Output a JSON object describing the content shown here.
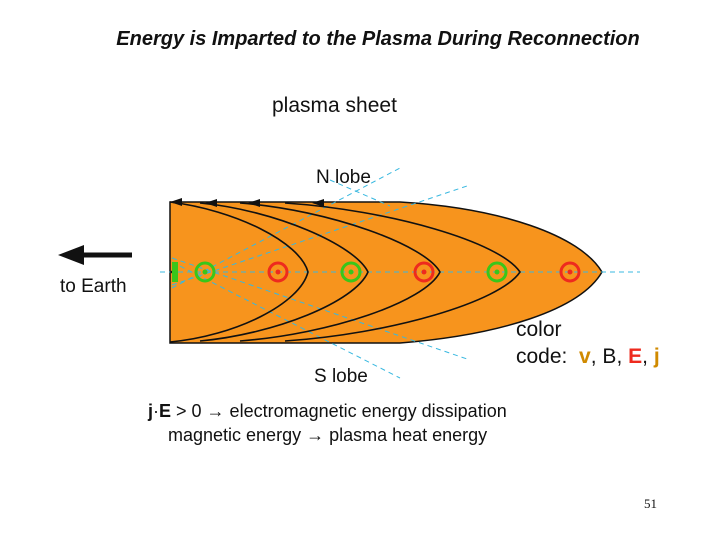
{
  "title": "Energy is Imparted to the Plasma During Reconnection",
  "labels": {
    "plasma_sheet": "plasma sheet",
    "n_lobe": "N lobe",
    "s_lobe": "S lobe",
    "to_earth": "to Earth"
  },
  "color_code": {
    "line1": "color",
    "prefix": "code:",
    "v": "v",
    "sep1": ",",
    "B": "B",
    "sep2": ",",
    "E": "E",
    "sep3": ",",
    "j": "j"
  },
  "equations": {
    "line1_j": "j",
    "line1_dot": "·",
    "line1_E": "E",
    "line1_rest": " > 0 → electromagnetic energy dissipation",
    "line2": "magnetic energy → plasma heat energy"
  },
  "page_number": "51",
  "colors": {
    "plasma": "#f7941d",
    "field_line": "#111111",
    "dashed": "#38b8e0",
    "green_marker": "#39c61a",
    "red_marker": "#ee2a1e"
  },
  "markers": [
    {
      "color": "green"
    },
    {
      "color": "red"
    },
    {
      "color": "green"
    },
    {
      "color": "red"
    },
    {
      "color": "green"
    },
    {
      "color": "red"
    }
  ]
}
